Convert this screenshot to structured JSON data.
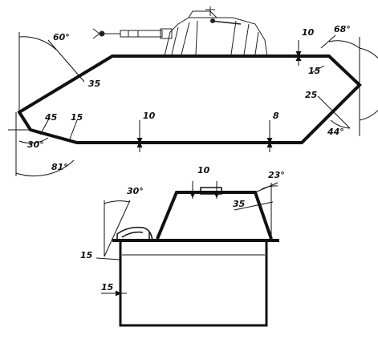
{
  "side_view": {
    "labels": {
      "a60": "60°",
      "a68": "68°",
      "t35_left": "35",
      "t15_right": "15",
      "t25": "25",
      "a44": "44°",
      "t45": "45",
      "t15_left": "15",
      "t10_top": "10",
      "t10_bottom": "10",
      "t8": "8",
      "a30": "30°",
      "a81": "81°"
    }
  },
  "front_view": {
    "labels": {
      "a30": "30°",
      "t10": "10",
      "a23": "23°",
      "t35": "35",
      "t15_upper": "15",
      "t15_lower": "15"
    }
  }
}
